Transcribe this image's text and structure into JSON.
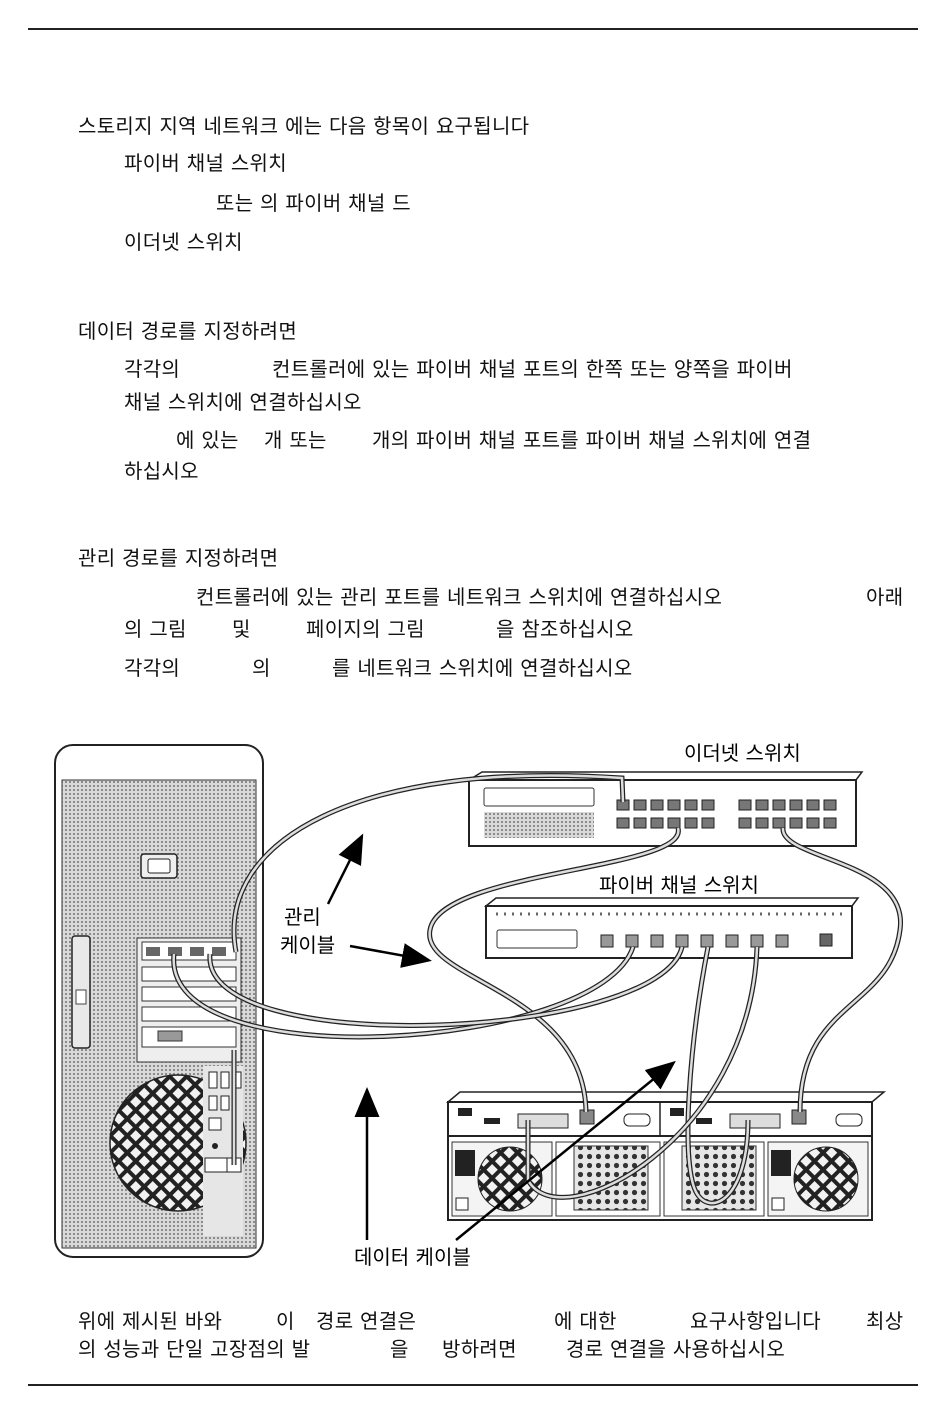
{
  "san": {
    "intro": "스토리지 지역 네트워크          에는 다음 항목이 요구됩니다",
    "items": [
      "파이버 채널 스위치",
      "또는           의 파이버 채널            드",
      "이더넷 스위치"
    ]
  },
  "data_path": {
    "heading": "데이터 경로를 지정하려면",
    "step1_line1_a": "각각의",
    "step1_line1_b": "컨트롤러에 있는 파이버 채널 포트의 한쪽 또는 양쪽을 파이버",
    "step1_line2": "채널 스위치에 연결하십시오",
    "step2_line1_a": "에 있는",
    "step2_line1_b": "개 또는",
    "step2_line1_c": "개의 파이버 채널 포트를 파이버 채널 스위치에 연결",
    "step2_line2": "하십시오"
  },
  "mgmt_path": {
    "heading": "관리 경로를 지정하려면",
    "step1_line1_a": "컨트롤러에 있는 관리 포트를 네트워크 스위치에 연결하십시오",
    "step1_line1_b": "아래",
    "step1_line2_a": "의 그림",
    "step1_line2_b": "및",
    "step1_line2_c": "페이지의 그림",
    "step1_line2_d": "을 참조하십시오",
    "step2_a": "각각의",
    "step2_b": "의",
    "step2_c": "를 네트워크 스위치에 연결하십시오"
  },
  "diagram": {
    "ethernet_switch_label": "이더넷 스위치",
    "fc_switch_label": "파이버 채널 스위치",
    "mgmt_cable_label_1": "관리",
    "mgmt_cable_label_2": "케이블",
    "data_cable_label": "데이터 케이블"
  },
  "footer": {
    "line1_a": "위에 제시된 바와",
    "line1_b": "이",
    "line1_c": "경로 연결은",
    "line1_d": "에 대한",
    "line1_e": "요구사항입니다",
    "line1_f": "최상",
    "line2_a": "의 성능과 단일 고장점의 발",
    "line2_b": "을",
    "line2_c": "방하려면",
    "line2_d": "경로 연결을 사용하십시오"
  }
}
